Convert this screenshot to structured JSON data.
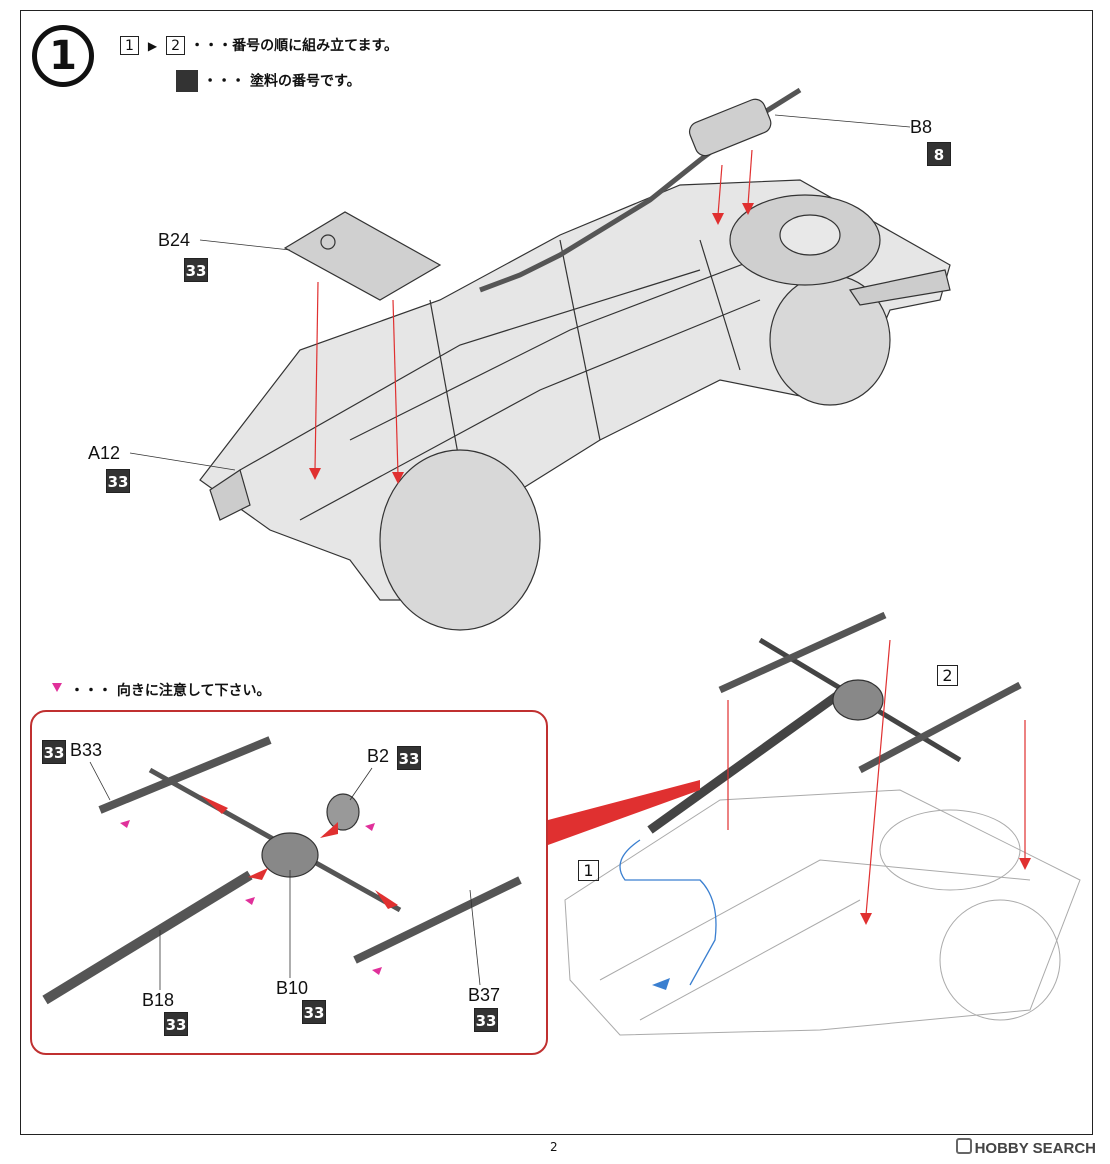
{
  "step": {
    "number": "1"
  },
  "instructions": {
    "order_from": "1",
    "order_to": "2",
    "order_text": "・・・番号の順に組み立てます。",
    "paint_text": "・・・ 塗料の番号です。",
    "direction_text": "・・・ 向きに注意して下さい。"
  },
  "parts": {
    "b8": {
      "label": "B8",
      "paint": "8"
    },
    "b24": {
      "label": "B24",
      "paint": "33"
    },
    "a12": {
      "label": "A12",
      "paint": "33"
    },
    "b33": {
      "label": "B33",
      "paint": "33"
    },
    "b2": {
      "label": "B2",
      "paint": "33"
    },
    "b18": {
      "label": "B18",
      "paint": "33"
    },
    "b10": {
      "label": "B10",
      "paint": "33"
    },
    "b37": {
      "label": "B37",
      "paint": "33"
    }
  },
  "sub_steps": {
    "one": "1",
    "two": "2"
  },
  "page_number": "2",
  "watermark": "HOBBY SEARCH",
  "colors": {
    "accent_red": "#c03030",
    "arrow_red": "#e03030",
    "marker_pink": "#e0309a",
    "guide_blue": "#3a7fd0",
    "paint_box": "#333333"
  }
}
